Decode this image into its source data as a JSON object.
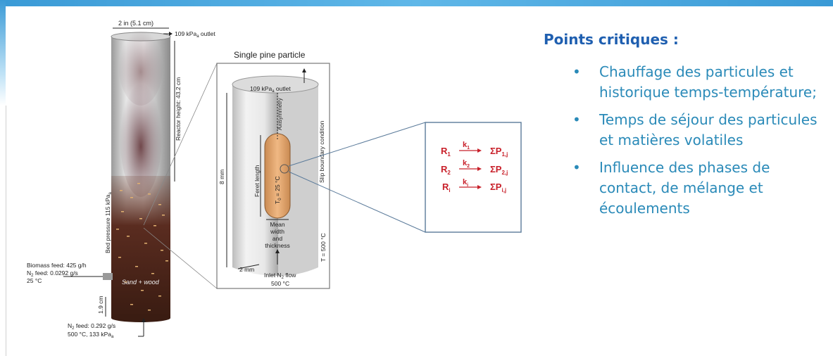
{
  "reactor": {
    "width_label": "2 in (5.1 cm)",
    "outlet_label": "109 kPa",
    "outlet_sub": "a",
    "outlet_suffix": " outlet",
    "height_label": "Reactor height: 43.2 cm",
    "bed_pressure_label": "Bed pressure 115 kPa",
    "bed_pressure_sub": "a",
    "biomass_line1": "Biomass feed: 425 g/h",
    "biomass_line2": "N",
    "biomass_line2_rest": " feed: 0.0292 g/s",
    "biomass_line3": "25 °C",
    "sand_label": "Sand + wood",
    "bottom_dim_label": "1.9 cm",
    "n2_feed_line1": "N",
    "n2_feed_line1_rest": " feed: 0.292 g/s",
    "n2_feed_line2": "500 °C, 133 kPa",
    "n2_feed_line2_sub": "a"
  },
  "particle": {
    "title": "Single pine particle",
    "outlet_label": "109 kPa",
    "outlet_sub": "a",
    "outlet_suffix": " outlet",
    "axisymmetry_label": "Axisymmetry",
    "slip_label": "Slip boundary condition",
    "height_label": "8 mm",
    "feret_label": "Feret length",
    "t0_label": "T",
    "t0_sub": "0",
    "t0_rest": " = 25 °C",
    "t_label": "T = 500 °C",
    "mean_label_1": "Mean",
    "mean_label_2": "width",
    "mean_label_3": "and",
    "mean_label_4": "thickness",
    "width_label": "2 mm",
    "inlet_line1": "Inlet N",
    "inlet_line1_rest": " flow",
    "inlet_line2": "500 °C"
  },
  "reactions": [
    {
      "r": "R",
      "r_sub": "1",
      "k": "k",
      "k_sub": "1",
      "p": "ΣP",
      "p_sub": "1,j"
    },
    {
      "r": "R",
      "r_sub": "2",
      "k": "k",
      "k_sub": "2",
      "p": "ΣP",
      "p_sub": "2,j"
    },
    {
      "r": "R",
      "r_sub": "i",
      "k": "k",
      "k_sub": "i",
      "p": "ΣP",
      "p_sub": "i,j"
    }
  ],
  "critical": {
    "title": "Points critiques :",
    "items": [
      "Chauffage des particules et historique temps-température;",
      "Temps de séjour des particules et matières volatiles",
      "Influence des phases de contact, de mélange et écoulements"
    ]
  },
  "colors": {
    "heading": "#1f5fb0",
    "bullet_text": "#2a8ab8",
    "reaction": "#c8202a",
    "particle": "#e0a16a"
  }
}
